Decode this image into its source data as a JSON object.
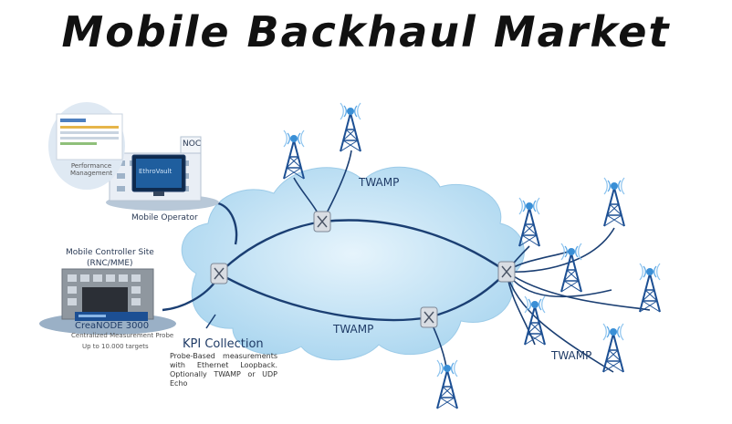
{
  "title": "Mobile Backhaul Market",
  "noc": {
    "label": "NOC",
    "screen_text": "Performance Management",
    "monitor_brand": "EthroVault",
    "site_label": "Mobile Operator"
  },
  "controller": {
    "site_label_line1": "Mobile Controller Site",
    "site_label_line2": "(RNC/MME)",
    "device_name": "CreaNODE 3000",
    "device_caption": "Centralized Measurement Probe",
    "targets": "Up to 10.000 targets"
  },
  "links": {
    "twamp_top": "TWAMP",
    "twamp_middle": "TWAMP",
    "twamp_right": "TWAMP"
  },
  "kpi": {
    "title": "KPI Collection",
    "body": "Probe-Based measurements with Ethernet Loopback. Optionally TWAMP or UDP Echo"
  },
  "colors": {
    "cloud_fill": "#bfe1f4",
    "link_color": "#1b3f73",
    "tower_color": "#1c4f93",
    "antenna_glow": "#3a8fd6"
  },
  "icons": [
    "cell-tower-icon",
    "router-icon",
    "building-icon",
    "monitor-icon",
    "probe-device-icon"
  ]
}
